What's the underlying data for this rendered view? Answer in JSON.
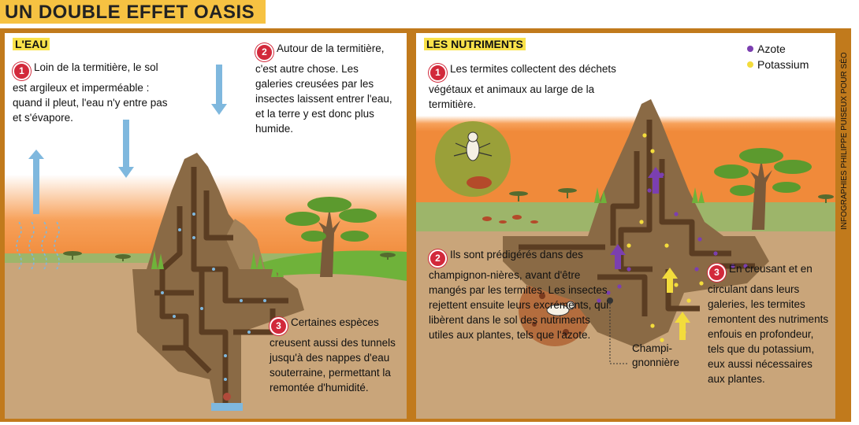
{
  "header": {
    "title": "UN DOUBLE EFFET OASIS"
  },
  "credit": "INFOGRAPHIES PHILIPPE PUISEUX POUR SÉO",
  "water": {
    "section_title": "L'EAU",
    "step1_num": "1",
    "step1_text": "Loin de la termitière, le sol est argileux et imperméable : quand il pleut, l'eau n'y entre pas et s'évapore.",
    "step2_num": "2",
    "step2_text": "Autour de la termitière, c'est autre chose. Les galeries creusées par les insectes laissent entrer l'eau, et la terre y est donc plus humide.",
    "step3_num": "3",
    "step3_text": "Certaines espèces creusent aussi des tunnels jusqu'à des nappes d'eau souterraine, permettant la remontée d'humidité."
  },
  "nutrients": {
    "section_title": "LES NUTRIMENTS",
    "legend": [
      {
        "label": "Azote",
        "color": "#7b3fb0"
      },
      {
        "label": "Potassium",
        "color": "#f3dc3c"
      }
    ],
    "step1_num": "1",
    "step1_text": "Les termites collectent des déchets végétaux et animaux au large de la termitière.",
    "step2_num": "2",
    "step2_text": "Ils sont prédigérés dans des champignon-nières, avant d'être mangés par les termites. Les insectes rejettent ensuite leurs excréments, qui libèrent dans le sol des nutriments utiles aux plantes, tels que l'azote.",
    "step3_num": "3",
    "step3_text": "En creusant et en circulant dans leurs galeries, les termites remontent des nutriments enfouis en profondeur, tels que du potassium, eux aussi nécessaires aux plantes.",
    "champ_label": "Champi-gnonnière"
  },
  "colors": {
    "frame": "#c17a1c",
    "title_bg": "#f6c242",
    "section_bg": "#f9e24a",
    "badge": "#d2293b",
    "soil": "#c9a57a",
    "mound": "#8a6a45",
    "tunnel": "#5b3d22",
    "sky_glow": "#f7a15a",
    "grass": "#6fb23a",
    "water": "#7fb8de"
  }
}
